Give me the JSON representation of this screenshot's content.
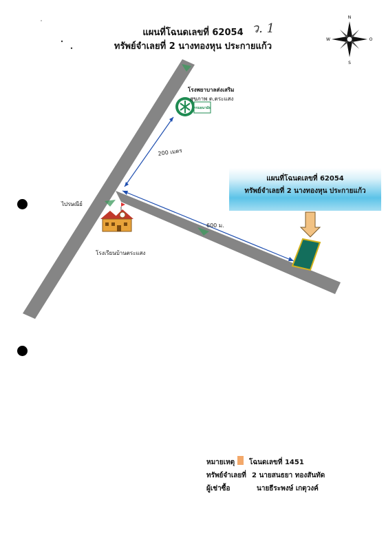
{
  "header": {
    "line1": "แผนที่โฉนดเลขที่ 62054",
    "line2": "ทรัพย์จำเลยที่  2 นางทองหุน ประกายแก้ว",
    "handwritten": "ว. 1"
  },
  "compass": {
    "n": "N",
    "s": "S",
    "e": "O",
    "w": "W"
  },
  "places": {
    "hospital_line1": "โรงพยาบาลส่งเสริม",
    "hospital_line2": "สุขภาพ ต.ตระแสง",
    "post_office": "ไปรษณีย์",
    "school": "โรงเรียนบ้านตระแสง",
    "hospital_logo": "กรมอนามัย"
  },
  "distances": {
    "to_hospital": "200 เมตร",
    "to_plot": "600 ม."
  },
  "info_box": {
    "line1": "แผนที่โฉนดเลขที่ 62054",
    "line2": "ทรัพย์จำเลยที่  2 นางทองหุน ประกายแก้ว"
  },
  "legend": {
    "label": "หมายเหตุ",
    "deed": "โฉนดเลขที่ 1451",
    "asset_label": "ทรัพย์จำเลยที่",
    "asset_value": "2 นายสนธยา ทองสันทัด",
    "lessee_label": "ผู้เช่าซื้อ",
    "lessee_value": "นายธีระพงษ์  เกตุวงค์"
  },
  "colors": {
    "road": "#858585",
    "plot": "#136e5c",
    "arrow": "#f2c283",
    "measure": "#1f4fb0",
    "legend_swatch": "#f3a86a"
  }
}
